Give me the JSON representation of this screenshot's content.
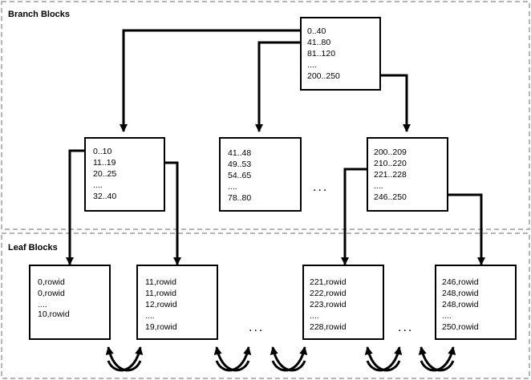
{
  "regions": {
    "branch_label": "Branch Blocks",
    "leaf_label": "Leaf Blocks"
  },
  "root_block": {
    "keys": [
      "0..40",
      "41..80",
      "81..120",
      "....",
      "200..250"
    ]
  },
  "branch_blocks": [
    {
      "keys": [
        "0..10",
        "11..19",
        "20..25",
        "....",
        "32..40"
      ]
    },
    {
      "keys": [
        "41..48",
        "49..53",
        "54..65",
        "....",
        "78..80"
      ]
    },
    {
      "keys": [
        "200..209",
        "210..220",
        "221..228",
        "....",
        "246..250"
      ]
    }
  ],
  "branch_ellipsis": "...",
  "leaf_blocks": [
    {
      "keys": [
        "0,rowid",
        "0,rowid",
        "....",
        "10,rowid"
      ]
    },
    {
      "keys": [
        "11,rowid",
        "11,rowid",
        "12,rowid",
        "....",
        "19,rowid"
      ]
    },
    {
      "keys": [
        "221,rowid",
        "222,rowid",
        "223,rowid",
        "....",
        "228,rowid"
      ]
    },
    {
      "keys": [
        "246,rowid",
        "248,rowid",
        "248,rowid",
        "....",
        "250,rowid"
      ]
    }
  ],
  "leaf_ellipses": [
    "...",
    "..."
  ]
}
